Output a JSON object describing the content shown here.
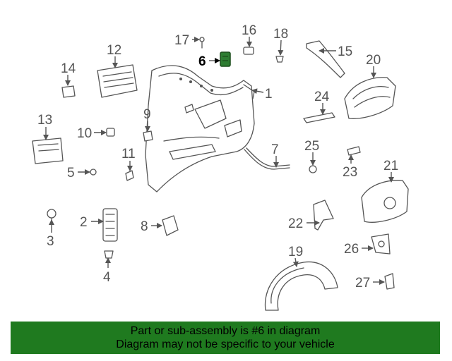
{
  "callouts": [
    {
      "id": "c1",
      "label": "1"
    },
    {
      "id": "c2",
      "label": "2"
    },
    {
      "id": "c3",
      "label": "3"
    },
    {
      "id": "c4",
      "label": "4"
    },
    {
      "id": "c5",
      "label": "5"
    },
    {
      "id": "c6",
      "label": "6"
    },
    {
      "id": "c7",
      "label": "7"
    },
    {
      "id": "c8",
      "label": "8"
    },
    {
      "id": "c9",
      "label": "9"
    },
    {
      "id": "c10",
      "label": "10"
    },
    {
      "id": "c11",
      "label": "11"
    },
    {
      "id": "c12",
      "label": "12"
    },
    {
      "id": "c13",
      "label": "13"
    },
    {
      "id": "c14",
      "label": "14"
    },
    {
      "id": "c15",
      "label": "15"
    },
    {
      "id": "c16",
      "label": "16"
    },
    {
      "id": "c17",
      "label": "17"
    },
    {
      "id": "c18",
      "label": "18"
    },
    {
      "id": "c19",
      "label": "19"
    },
    {
      "id": "c20",
      "label": "20"
    },
    {
      "id": "c21",
      "label": "21"
    },
    {
      "id": "c22",
      "label": "22"
    },
    {
      "id": "c23",
      "label": "23"
    },
    {
      "id": "c24",
      "label": "24"
    },
    {
      "id": "c25",
      "label": "25"
    },
    {
      "id": "c26",
      "label": "26"
    },
    {
      "id": "c27",
      "label": "27"
    }
  ],
  "highlight": {
    "part": "6",
    "color": "#2e7d32"
  },
  "banner": {
    "line1": "Part or sub-assembly is #6 in diagram",
    "line2": "Diagram may not be specific to your vehicle",
    "color": "#1f7a1f"
  }
}
